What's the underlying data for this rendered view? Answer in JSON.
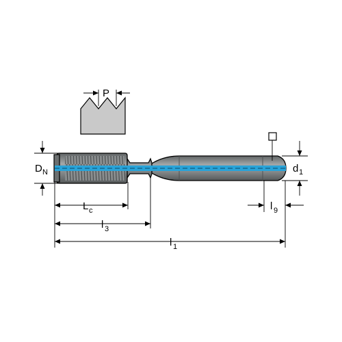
{
  "colors": {
    "tool_body": "#7f8384",
    "tool_highlight": "#a7abac",
    "tool_shadow": "#5b5f60",
    "coolant_channel": "#29a3d8",
    "outline": "#000000"
  },
  "labels": {
    "pitch": {
      "main": "P",
      "sub": ""
    },
    "nominal_diameter": {
      "main": "D",
      "sub": "N"
    },
    "shank_diameter": {
      "main": "d",
      "sub": "1"
    },
    "chamfer_length": {
      "main": "L",
      "sub": "c"
    },
    "neck_length": {
      "main": "l",
      "sub": "3"
    },
    "total_length": {
      "main": "l",
      "sub": "1"
    },
    "square_length": {
      "main": "l",
      "sub": "9"
    }
  },
  "icons": {
    "square_symbol": "square-drive-icon",
    "thread_profile": "thread-profile-icon"
  }
}
